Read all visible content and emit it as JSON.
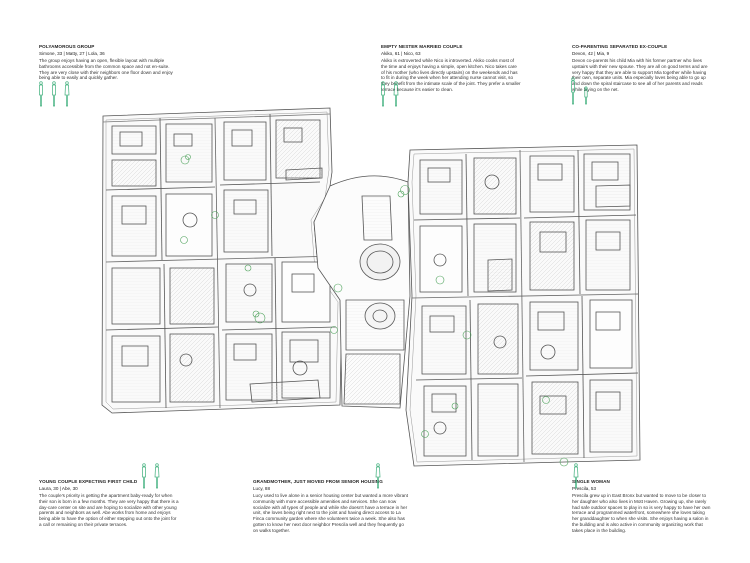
{
  "blocks": {
    "polyamorous": {
      "title": "POLYAMOROUS GROUP",
      "people": "Simone, 33  |  Matty, 27  |  Lola, 36",
      "desc": "The group enjoys having an open, flexible layout with multiple bathrooms accessible from the common space and not en-suite. They are very close with their neighbors one floor down and enjoy being able to easily and quickly gather."
    },
    "empty_nester": {
      "title": "EMPTY NESTER MARRIED COUPLE",
      "people": "Akiko, 61  |  Nico, 63",
      "desc": "Akiko is extroverted while Nico is introverted. Akiko cooks most of the time and enjoys having a simple, open kitchen. Nico takes care of his mother (who lives directly upstairs) on the weekends and has to fit in during the week when her attending nurse cannot visit, so they benefit from the intimate scale of the joint. They prefer a smaller terrace because it's easier to clean."
    },
    "coparenting": {
      "title": "CO-PARENTING SEPARATED EX-COUPLE",
      "people": "Devon, 42  |  Mia, 9",
      "desc": "Devon co-parents his child Mia with his former partner who lives upstairs with their new spouse. They are all on good terms and are very happy that they are able to support Mia together while having their own, separate units. Mia especially loves being able to go up and down the spiral staircase to see all of her parents and reads while laying on the net."
    },
    "young_couple": {
      "title": "YOUNG COUPLE EXPECTING FIRST CHILD",
      "people": "Laura, 30  |  Abe, 30",
      "desc": "The couple's priority is getting the apartment baby-ready for when their son is born in a few months. They are very happy that there is a day-care center on site and are hoping to socialize with other young parents and neighbors as well. Abe works from home and enjoys being able to have the option of either stepping out onto the joint for a call or remaining on their private terraces."
    },
    "grandmother": {
      "title": "GRANDMOTHER, JUST MOVED FROM SENIOR HOUSING",
      "people": "Lucy, 88",
      "desc": "Lucy used to live alone in a senior housing center but wanted a more vibrant community with more accessible amenities and services. She can now socialize with all types of people and while she doesn't have a terrace in her unit, she loves being right next to the joint and having direct access to La Finca community garden where she volunteers twice a week. She also has gotten to know her next door neighbor Prescila well and they frequently go on walks together."
    },
    "single_woman": {
      "title": "SINGLE WOMAN",
      "people": "Prescila, 53",
      "desc": "Prescila grew up in East Bronx but wanted to move to be closer to her daughter who also lives in Mott Haven. Growing up, she rarely had safe outdoor spaces to play in so is very happy to have her own terrace and programmed waterfront, somewhere she loves taking her granddaughter to when she visits. She enjoys having a salon in the building and is also active in community organizing work that takes place in the building."
    }
  },
  "colors": {
    "figure": "#3cae7a",
    "plant": "#4fa35c",
    "line": "#555555",
    "light_line": "#b5b5b5"
  }
}
